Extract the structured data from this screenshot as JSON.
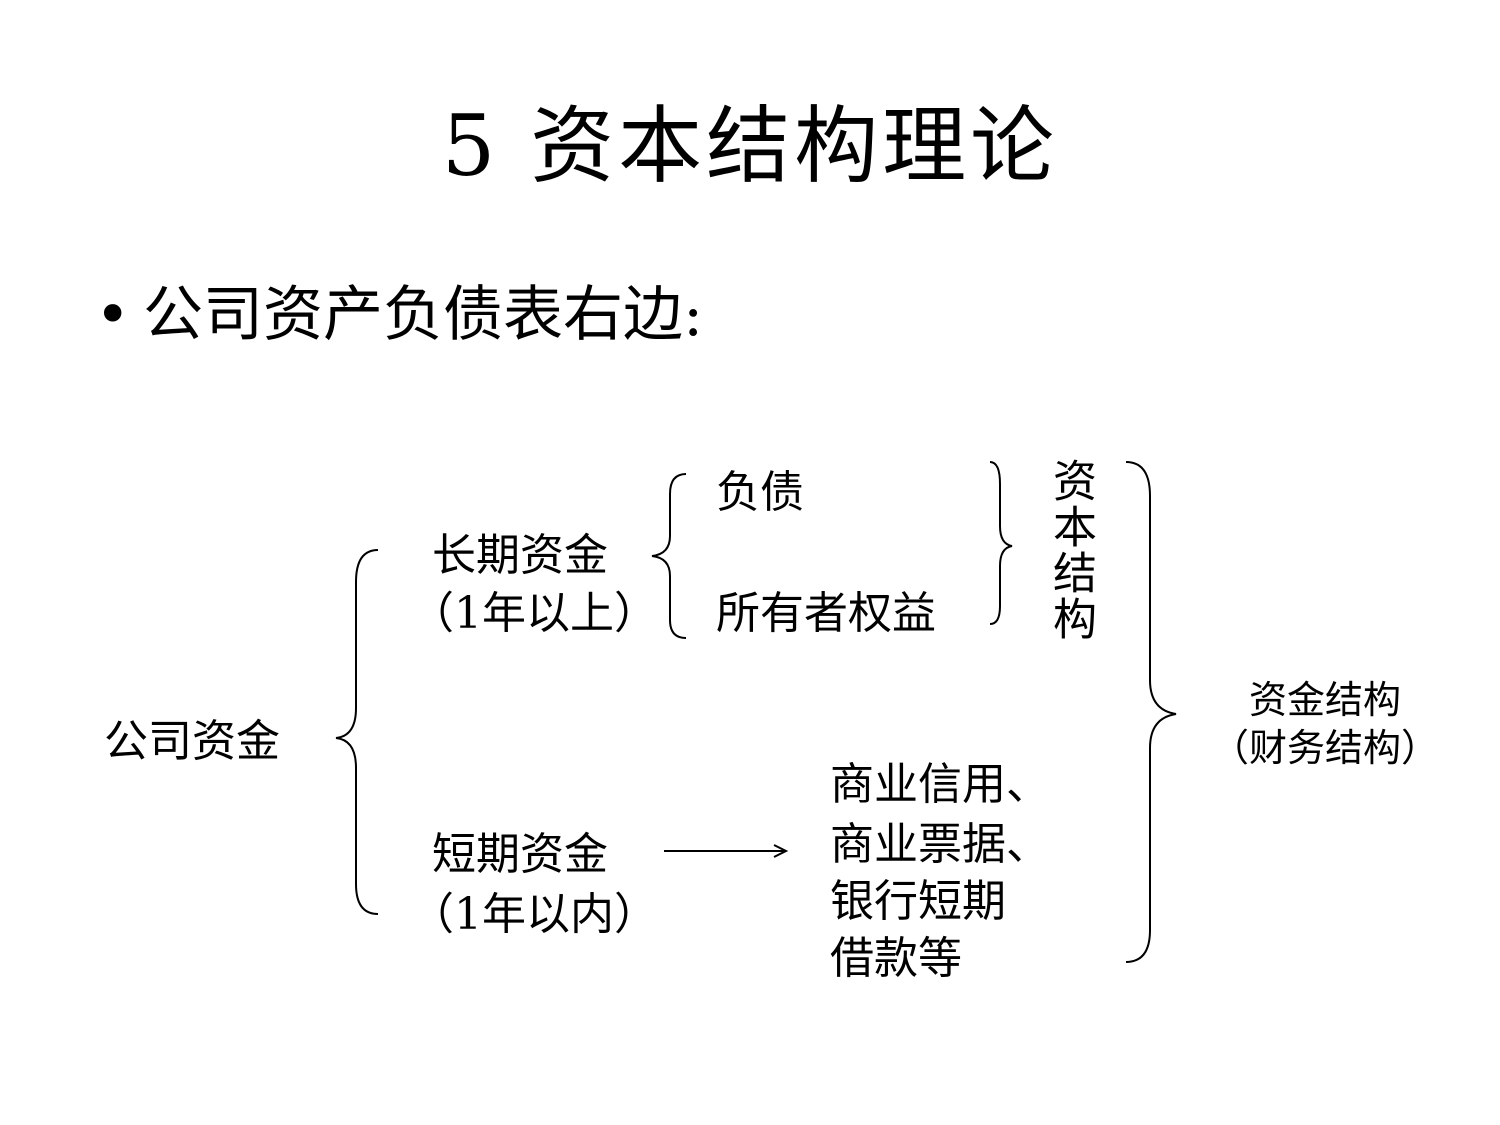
{
  "title": "5  资本结构理论",
  "bullet": {
    "dot": "•",
    "text": "公司资产负债表右边:"
  },
  "diagram": {
    "root": "公司资金",
    "long_term": {
      "name": "长期资金",
      "note": "（1年以上）",
      "items": [
        "负债",
        "所有者权益"
      ]
    },
    "short_term": {
      "name": "短期资金",
      "note": "（1年以内）",
      "items": [
        "商业信用、",
        "商业票据、",
        "银行短期",
        "借款等"
      ]
    },
    "capital_structure": "资本结构",
    "funding_structure": {
      "name": "资金结构",
      "note": "（财务结构）"
    }
  }
}
